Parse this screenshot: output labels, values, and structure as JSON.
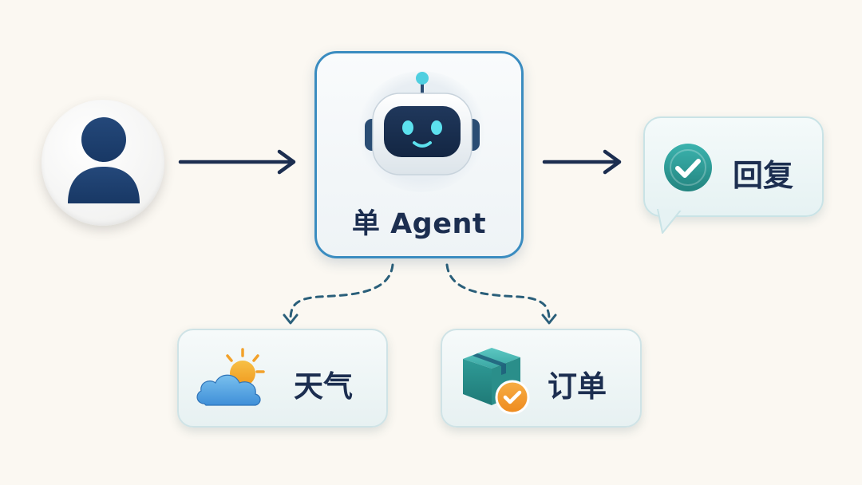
{
  "nodes": {
    "agent": {
      "label": "单 Agent"
    },
    "reply": {
      "label": "回复"
    },
    "tool_weather": {
      "label": "天气"
    },
    "tool_order": {
      "label": "订单"
    }
  },
  "colors": {
    "background": "#FBF8F2",
    "navy": "#1C2E50",
    "agent_border": "#3A8CC0",
    "dashed_line": "#2A5F7A",
    "check_teal": "#2E9C9A",
    "badge_orange": "#F39A2C",
    "robot_cyan": "#5CE1EE"
  },
  "icons": {
    "user": "user-icon",
    "robot": "robot-icon",
    "reply_check": "check-circle-icon",
    "weather": "cloud-sun-icon",
    "order": "package-check-icon"
  }
}
